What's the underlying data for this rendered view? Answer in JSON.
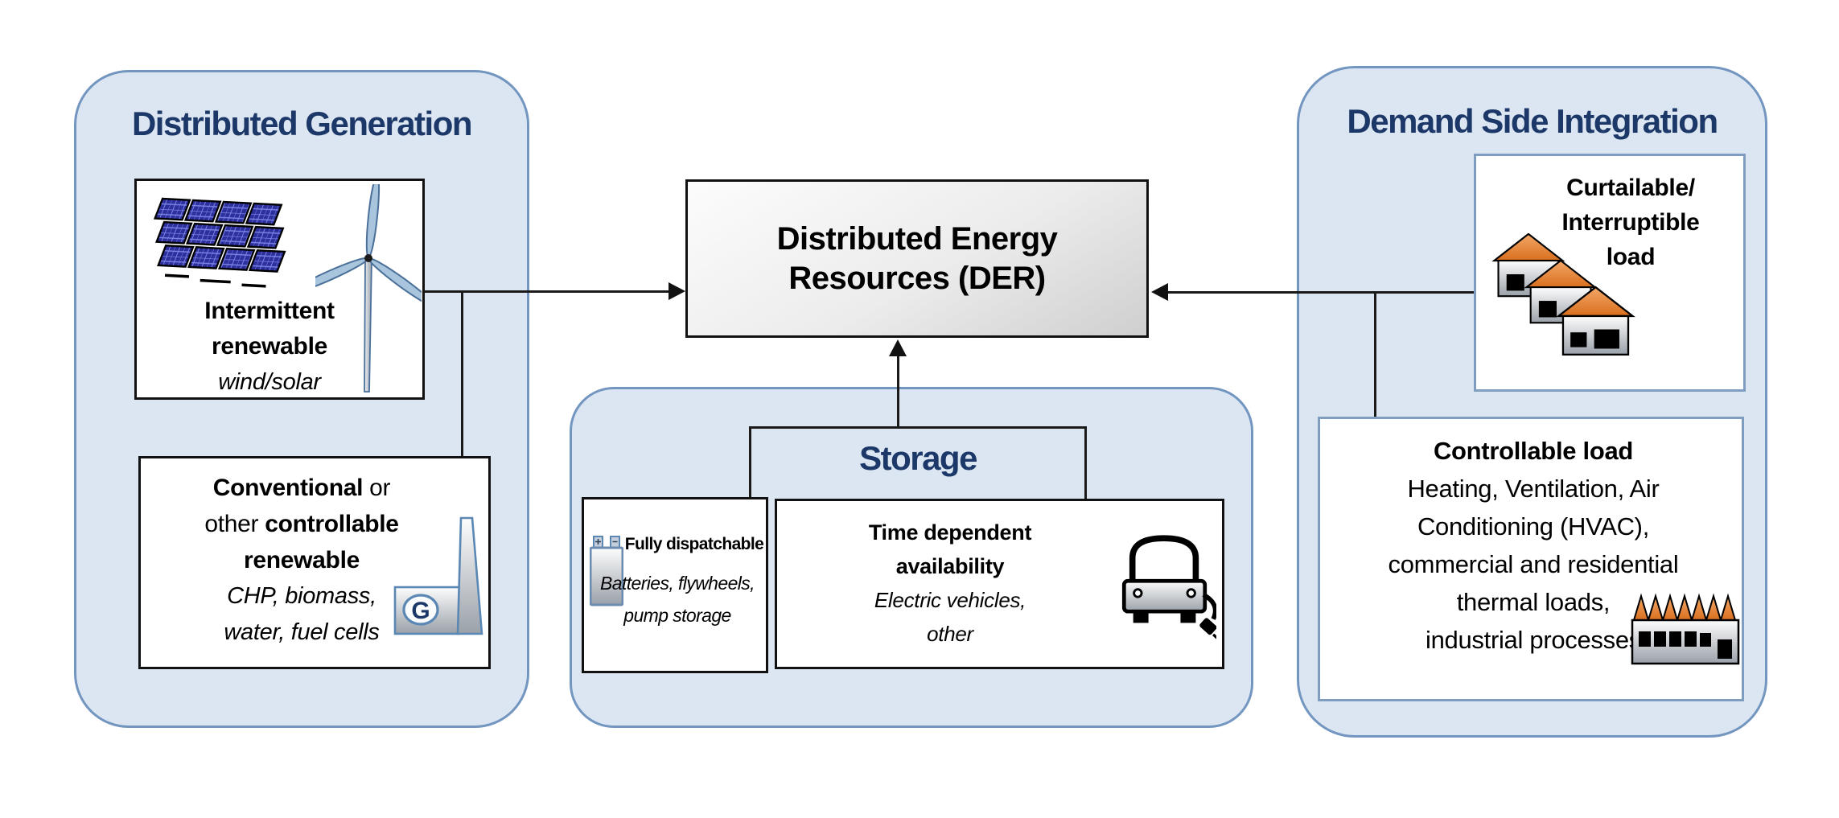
{
  "sections": {
    "distributed_generation": {
      "title": "Distributed Generation"
    },
    "storage": {
      "title": "Storage"
    },
    "demand_side_integration": {
      "title": "Demand Side Integration"
    }
  },
  "der": {
    "line1": "Distributed Energy",
    "line2": "Resources (DER)"
  },
  "intermittent": {
    "line1": "Intermittent",
    "line2": "renewable",
    "sub": "wind/solar"
  },
  "conventional": {
    "l1_bold": "Conventional",
    "l1_rest": " or",
    "l2_pre": "other ",
    "l2_bold": "controllable",
    "l3_bold": "renewable",
    "sub1": "CHP, biomass,",
    "sub2": "water, fuel cells",
    "generator_letter": "G"
  },
  "fully_dispatchable": {
    "title": "Fully dispatchable",
    "sub1": "Batteries, flywheels,",
    "sub2": "pump storage"
  },
  "time_dependent": {
    "line1": "Time dependent",
    "line2": "availability",
    "sub1": "Electric vehicles,",
    "sub2": "other"
  },
  "curtailable": {
    "line1": "Curtailable/",
    "line2": "Interruptible",
    "line3": "load"
  },
  "controllable": {
    "title": "Controllable load",
    "lines": [
      "Heating, Ventilation, Air",
      "Conditioning (HVAC),",
      "commercial and residential",
      "thermal loads,",
      "industrial processes"
    ]
  },
  "icons": {
    "solar-panels-icon": "tilted array of dark blue photovoltaic panels",
    "wind-turbine-icon": "three-blade wind turbine",
    "chimney-generator-icon": "generator box with G and chimney stack",
    "battery-icon": "battery cell with +/- terminals",
    "ev-car-icon": "electric car front view with charging plug",
    "houses-icon": "three houses with orange roofs",
    "factory-icon": "industrial building with orange sawtooth roof"
  },
  "colors": {
    "container_fill": "#dce6f2",
    "container_border": "#7396c0",
    "title_navy": "#1c3868",
    "box_border_black": "#111111",
    "box_border_blue": "#7f9cc1",
    "roof_orange": "#e8813a",
    "panel_blue": "#2c2f9c",
    "line_black": "#1a1a1a"
  }
}
